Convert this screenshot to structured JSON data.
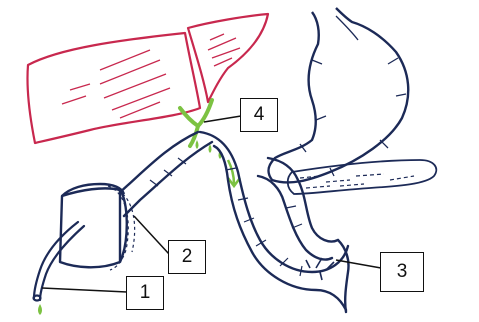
{
  "labels": {
    "one": "1",
    "two": "2",
    "three": "3",
    "four": "4"
  },
  "colors": {
    "liver_outline": "#c8284e",
    "bowel_outline": "#1c2a57",
    "bile_green": "#7cc242",
    "callout_border": "#111111"
  }
}
